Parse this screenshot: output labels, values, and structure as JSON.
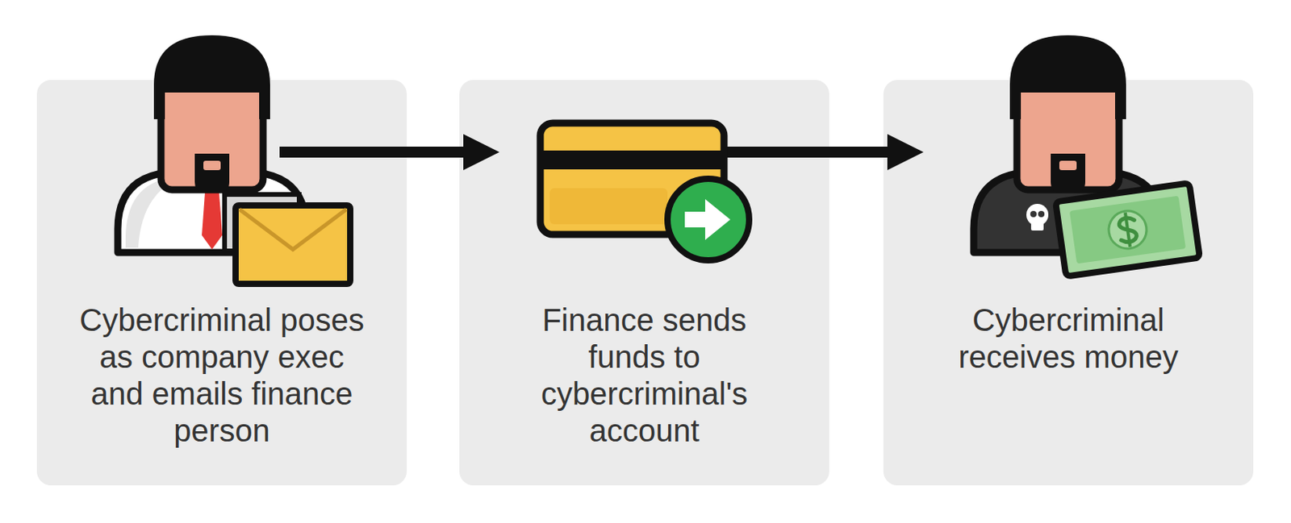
{
  "diagram": {
    "nodes": [
      {
        "text": [
          "Cybercriminal poses as company exec and emails finance person"
        ]
      },
      {
        "text": [
          "Finance sends funds to cybercriminal's account"
        ]
      },
      {
        "text": [
          "Cybercriminal receives money"
        ]
      }
    ],
    "edges": [
      {
        "from": 0,
        "to": 1,
        "arrow": "to"
      },
      {
        "from": 1,
        "to": 2,
        "arrow": "to"
      }
    ]
  }
}
